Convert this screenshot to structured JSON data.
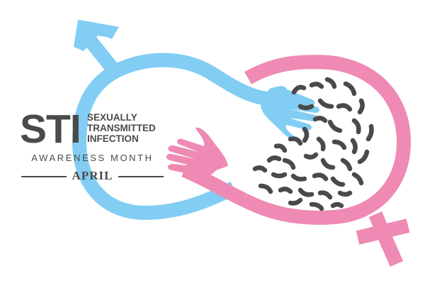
{
  "title": {
    "acronym": "STI",
    "line1": "SEXUALLY",
    "line2": "TRANSMITTED",
    "line3": "INFECTION",
    "subtitle": "AWARENESS MONTH",
    "month": "APRIL"
  },
  "colors": {
    "male_blue": "#82cdf4",
    "female_pink": "#ee8ab4",
    "germ_gray": "#4a4a4a",
    "text_gray": "#4a4a4a"
  },
  "icons": [
    "male-symbol-icon",
    "female-symbol-icon",
    "hand-icon",
    "germ-icon"
  ]
}
